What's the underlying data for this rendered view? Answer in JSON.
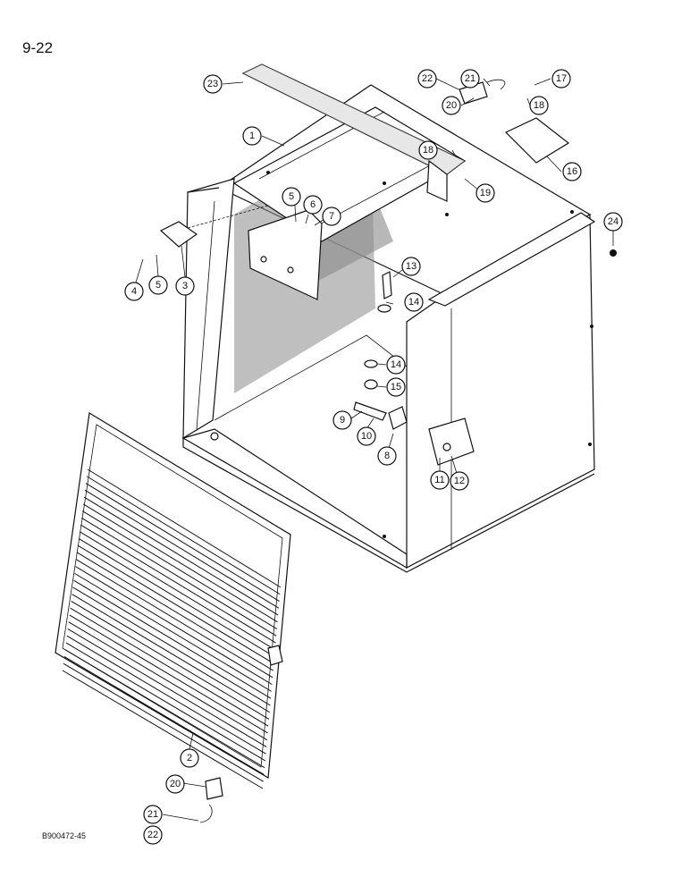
{
  "page": {
    "number": "9-22",
    "reference": "B900472-45"
  },
  "callouts": [
    {
      "id": "c1",
      "label": "1"
    },
    {
      "id": "c2",
      "label": "2"
    },
    {
      "id": "c3",
      "label": "3"
    },
    {
      "id": "c4",
      "label": "4"
    },
    {
      "id": "c5a",
      "label": "5"
    },
    {
      "id": "c5b",
      "label": "5"
    },
    {
      "id": "c6",
      "label": "6"
    },
    {
      "id": "c7",
      "label": "7"
    },
    {
      "id": "c8",
      "label": "8"
    },
    {
      "id": "c9",
      "label": "9"
    },
    {
      "id": "c10",
      "label": "10"
    },
    {
      "id": "c11",
      "label": "11"
    },
    {
      "id": "c12",
      "label": "12"
    },
    {
      "id": "c13",
      "label": "13"
    },
    {
      "id": "c14a",
      "label": "14"
    },
    {
      "id": "c14b",
      "label": "14"
    },
    {
      "id": "c15",
      "label": "15"
    },
    {
      "id": "c16",
      "label": "16"
    },
    {
      "id": "c17",
      "label": "17"
    },
    {
      "id": "c18a",
      "label": "18"
    },
    {
      "id": "c18b",
      "label": "18"
    },
    {
      "id": "c19",
      "label": "19"
    },
    {
      "id": "c20a",
      "label": "20"
    },
    {
      "id": "c20b",
      "label": "20"
    },
    {
      "id": "c21a",
      "label": "21"
    },
    {
      "id": "c21b",
      "label": "21"
    },
    {
      "id": "c22a",
      "label": "22"
    },
    {
      "id": "c22b",
      "label": "22"
    },
    {
      "id": "c23",
      "label": "23"
    },
    {
      "id": "c24",
      "label": "24"
    }
  ]
}
